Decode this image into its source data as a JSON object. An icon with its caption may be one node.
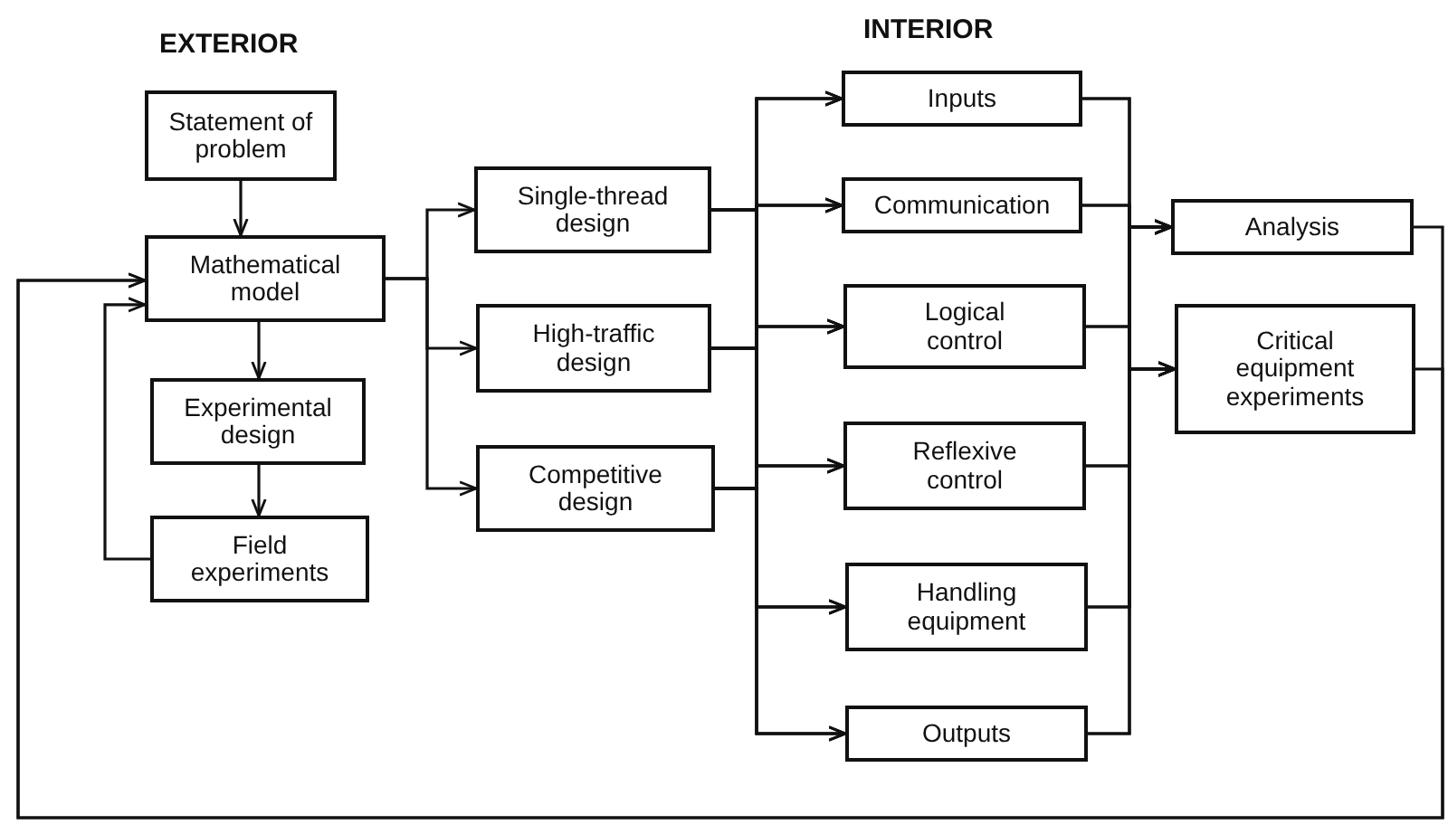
{
  "diagram": {
    "nodes": [
      {
        "text": [
          "Statement of problem"
        ]
      },
      {
        "text": [
          "Mathematical model"
        ]
      },
      {
        "text": [
          "Experimental design"
        ]
      },
      {
        "text": [
          "Field experiments"
        ]
      },
      {
        "text": [
          "Single-thread design"
        ]
      },
      {
        "text": [
          "High-traffic design"
        ]
      },
      {
        "text": [
          "Competitive design"
        ]
      },
      {
        "text": [
          "Inputs"
        ]
      },
      {
        "text": [
          "Communication"
        ]
      },
      {
        "text": [
          "Logical control"
        ]
      },
      {
        "text": [
          "Reflexive control"
        ]
      },
      {
        "text": [
          "Handling equipment"
        ]
      },
      {
        "text": [
          "Outputs"
        ]
      },
      {
        "text": [
          "Analysis"
        ]
      },
      {
        "text": [
          "Critical equipment experiments"
        ]
      }
    ],
    "edges": [
      {
        "from": 0,
        "to": 1,
        "arrow": "to"
      },
      {
        "from": 1,
        "to": 2,
        "arrow": "to"
      },
      {
        "from": 2,
        "to": 3,
        "arrow": "to"
      },
      {
        "from": 3,
        "to": 1,
        "arrow": "to"
      },
      {
        "from": 1,
        "to": 4,
        "arrow": "to"
      },
      {
        "from": 1,
        "to": 5,
        "arrow": "to"
      },
      {
        "from": 1,
        "to": 6,
        "arrow": "to"
      },
      {
        "from": 4,
        "to": 7,
        "arrow": "to"
      },
      {
        "from": 4,
        "to": 8,
        "arrow": "to"
      },
      {
        "from": 4,
        "to": 9,
        "arrow": "to"
      },
      {
        "from": 4,
        "to": 10,
        "arrow": "to"
      },
      {
        "from": 4,
        "to": 11,
        "arrow": "to"
      },
      {
        "from": 4,
        "to": 12,
        "arrow": "to"
      },
      {
        "from": 5,
        "to": 7,
        "arrow": "to"
      },
      {
        "from": 5,
        "to": 8,
        "arrow": "to"
      },
      {
        "from": 5,
        "to": 9,
        "arrow": "to"
      },
      {
        "from": 5,
        "to": 10,
        "arrow": "to"
      },
      {
        "from": 5,
        "to": 11,
        "arrow": "to"
      },
      {
        "from": 5,
        "to": 12,
        "arrow": "to"
      },
      {
        "from": 6,
        "to": 7,
        "arrow": "to"
      },
      {
        "from": 6,
        "to": 8,
        "arrow": "to"
      },
      {
        "from": 6,
        "to": 9,
        "arrow": "to"
      },
      {
        "from": 6,
        "to": 10,
        "arrow": "to"
      },
      {
        "from": 6,
        "to": 11,
        "arrow": "to"
      },
      {
        "from": 6,
        "to": 12,
        "arrow": "to"
      },
      {
        "from": 7,
        "to": 13,
        "arrow": "to"
      },
      {
        "from": 7,
        "to": 14,
        "arrow": "to"
      },
      {
        "from": 8,
        "to": 13,
        "arrow": "to"
      },
      {
        "from": 8,
        "to": 14,
        "arrow": "to"
      },
      {
        "from": 9,
        "to": 13,
        "arrow": "to"
      },
      {
        "from": 9,
        "to": 14,
        "arrow": "to"
      },
      {
        "from": 10,
        "to": 13,
        "arrow": "to"
      },
      {
        "from": 10,
        "to": 14,
        "arrow": "to"
      },
      {
        "from": 11,
        "to": 13,
        "arrow": "to"
      },
      {
        "from": 11,
        "to": 14,
        "arrow": "to"
      },
      {
        "from": 12,
        "to": 13,
        "arrow": "to"
      },
      {
        "from": 12,
        "to": 14,
        "arrow": "to"
      },
      {
        "from": 13,
        "to": 1,
        "arrow": "to"
      },
      {
        "from": 14,
        "to": 1,
        "arrow": "to"
      }
    ],
    "labels": [
      "EXTERIOR",
      "INTERIOR"
    ]
  }
}
